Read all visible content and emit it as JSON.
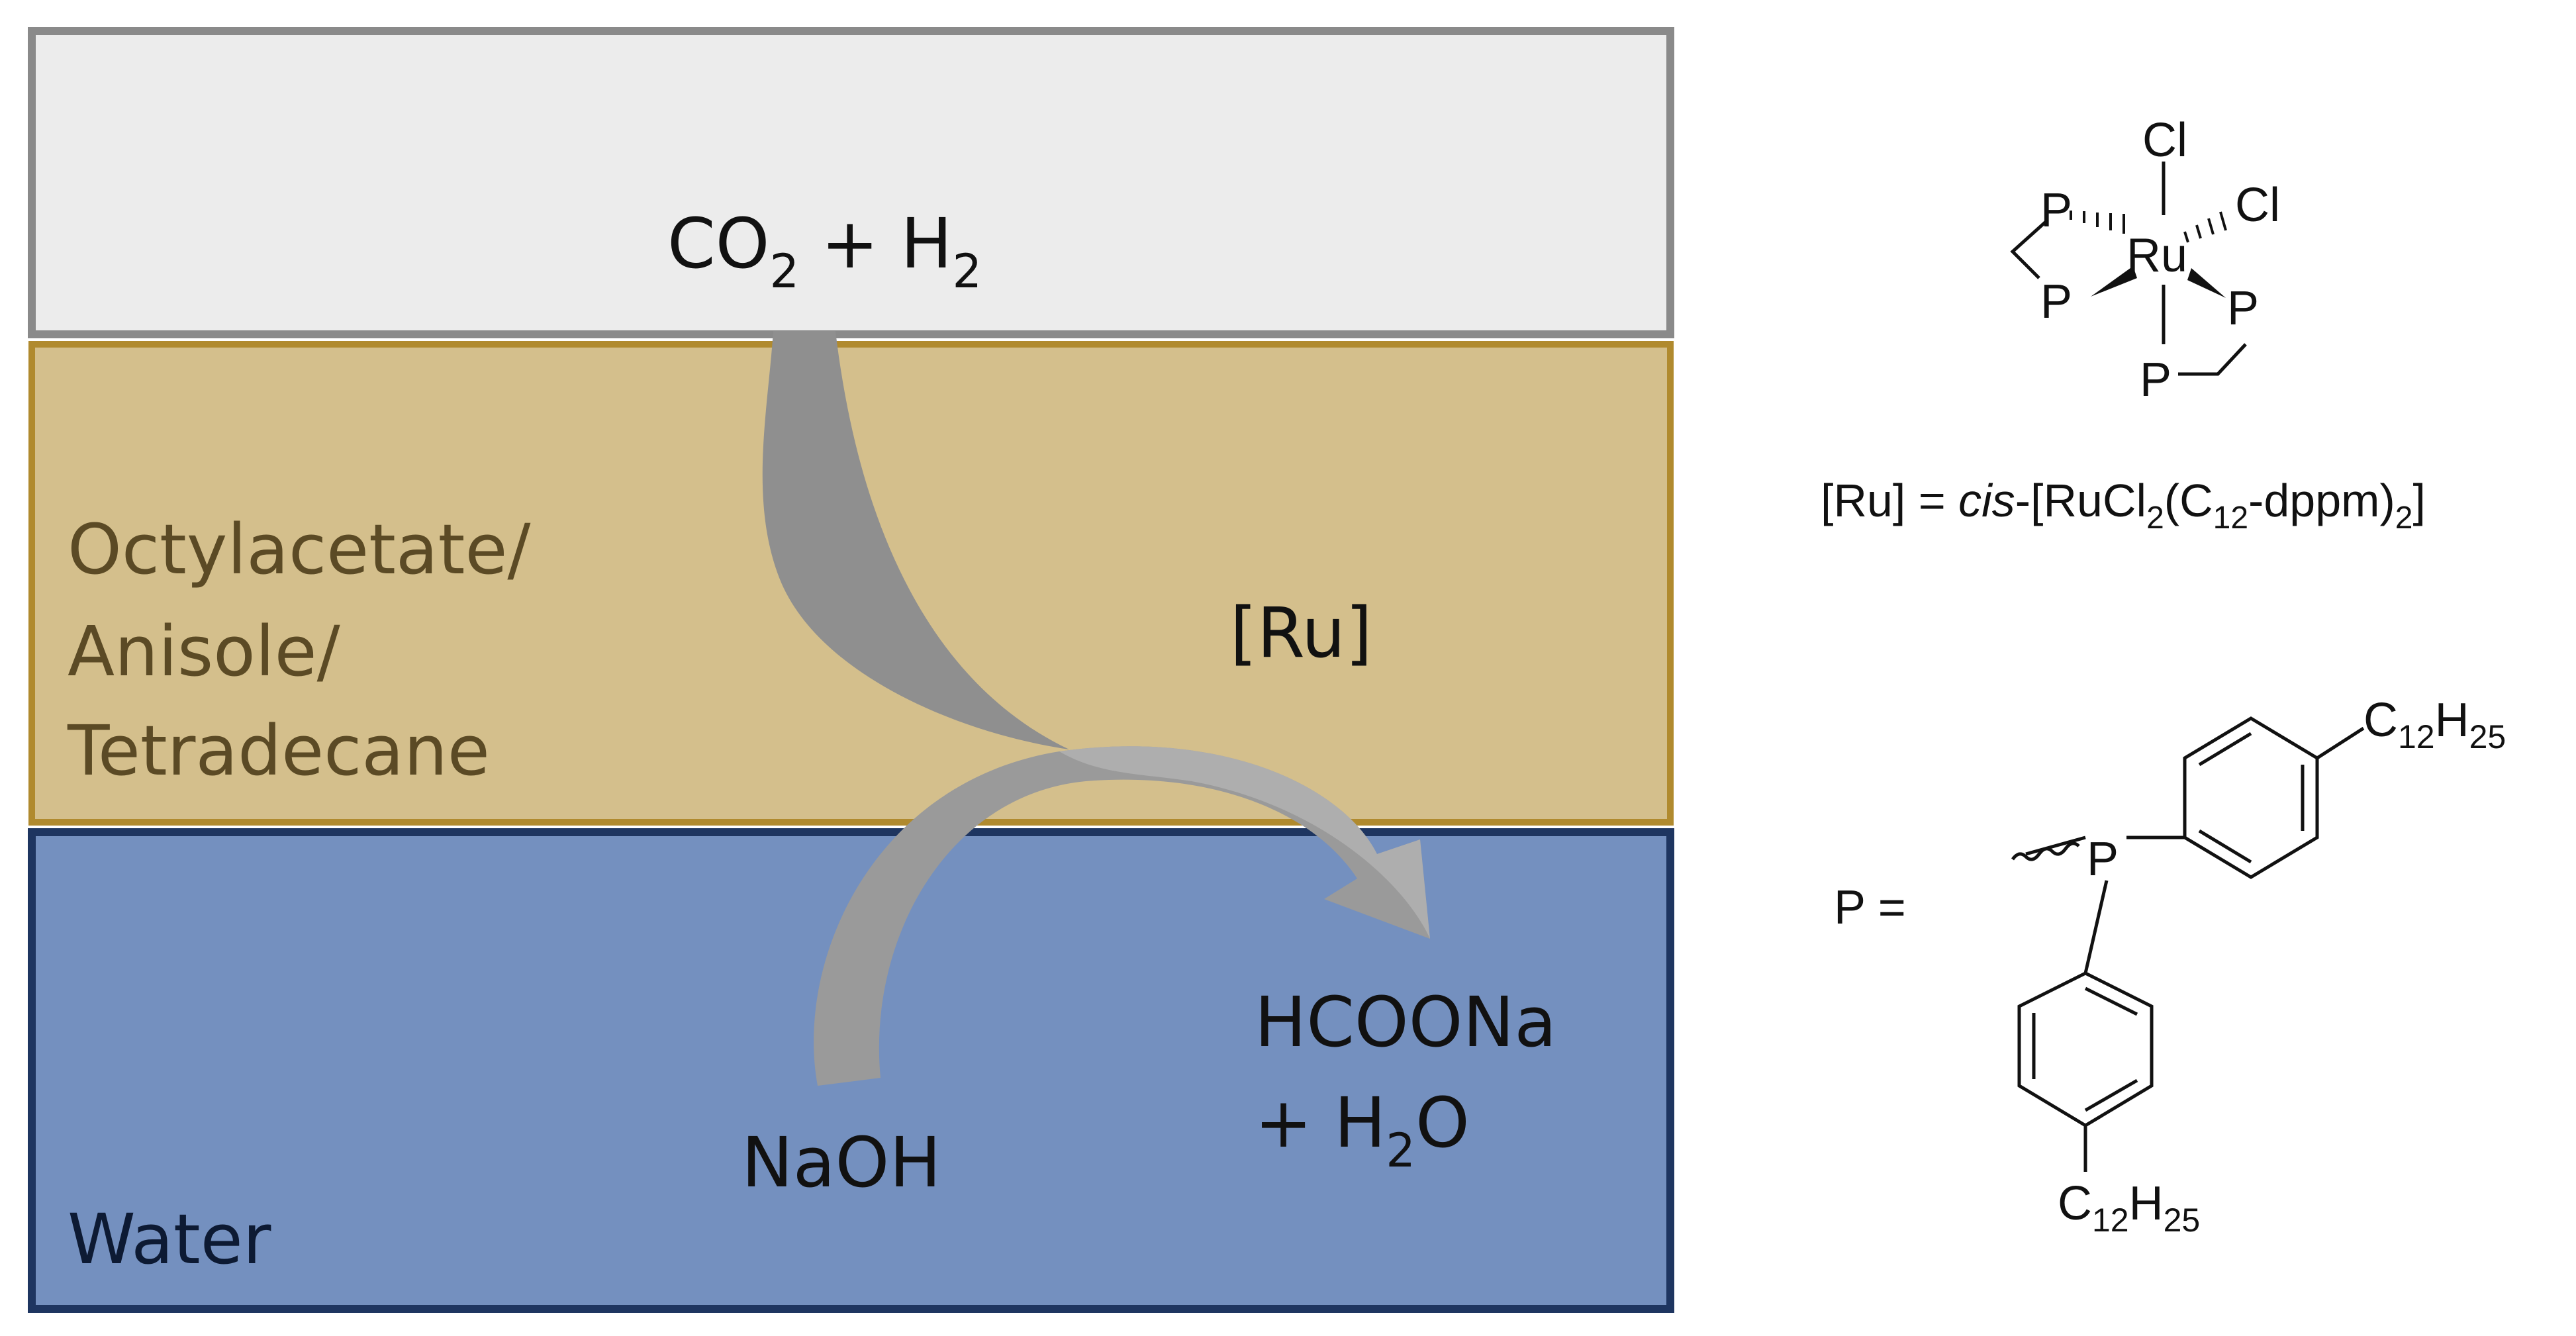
{
  "phases": {
    "gas": {
      "reactant_main": "CO",
      "reactant_sub1": "2",
      "reactant_mid": " + H",
      "reactant_sub2": "2"
    },
    "organic": {
      "label_line1": "Octylacetate/",
      "label_line2": "Anisole/",
      "label_line3": "Tetradecane",
      "catalyst": "[Ru]"
    },
    "aqueous": {
      "label": "Water",
      "base": "NaOH",
      "product_line1": "HCOONa",
      "product_line2_a": "+ H",
      "product_line2_sub": "2",
      "product_line2_b": "O"
    }
  },
  "complex": {
    "metal": "Ru",
    "ligand_atoms": {
      "cl_top": "Cl",
      "cl_right": "Cl",
      "p_upper_left": "P",
      "p_lower_left": "P",
      "p_right": "P",
      "p_bottom": "P"
    },
    "definition": {
      "lhs": "[Ru] = ",
      "italic": "cis",
      "rest_a": "-[RuCl",
      "sub_a": "2",
      "rest_b": "(C",
      "sub_b": "12",
      "rest_c": "-dppm)",
      "sub_c": "2",
      "rest_d": "]"
    }
  },
  "ligand": {
    "lhs": "P =",
    "p_atom": "P",
    "substituent_top": {
      "c": "C",
      "c_sub": "12",
      "h": "H",
      "h_sub": "25"
    },
    "substituent_bottom": {
      "c": "C",
      "c_sub": "12",
      "h": "H",
      "h_sub": "25"
    }
  },
  "colors": {
    "gas_fill": "#ececec",
    "gas_border": "#8a8a8a",
    "organic_fill": "#d4bf8c",
    "organic_border": "#b08a2e",
    "water_fill": "#7490bf",
    "water_border": "#1e3560",
    "arrow_fill": "#8f8f8f",
    "arrow_light": "#b2b2b2"
  }
}
